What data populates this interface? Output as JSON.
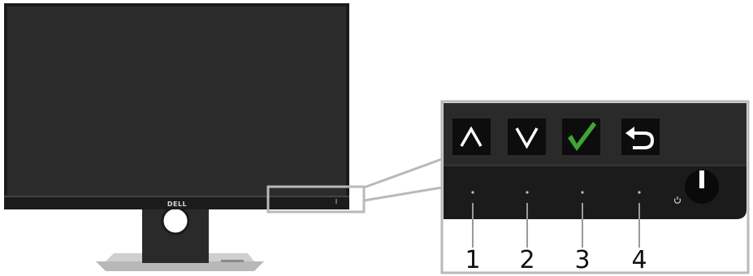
{
  "monitor": {
    "brand_logo": "DELL",
    "colors": {
      "bezel": "#1b1b1b",
      "screen": "#2b2b2b",
      "stand": "#2a2a2a",
      "base_silver": "#c9c9c9"
    }
  },
  "callout": {
    "border_color": "#b9b9b9",
    "buttons": [
      {
        "icon": "chevron-up-icon",
        "number": "1",
        "icon_color": "#ffffff"
      },
      {
        "icon": "chevron-down-icon",
        "number": "2",
        "icon_color": "#ffffff"
      },
      {
        "icon": "checkmark-icon",
        "number": "3",
        "icon_color": "#3fa535"
      },
      {
        "icon": "back-arrow-icon",
        "number": "4",
        "icon_color": "#ffffff"
      }
    ],
    "power": {
      "icon": "power-icon"
    }
  }
}
